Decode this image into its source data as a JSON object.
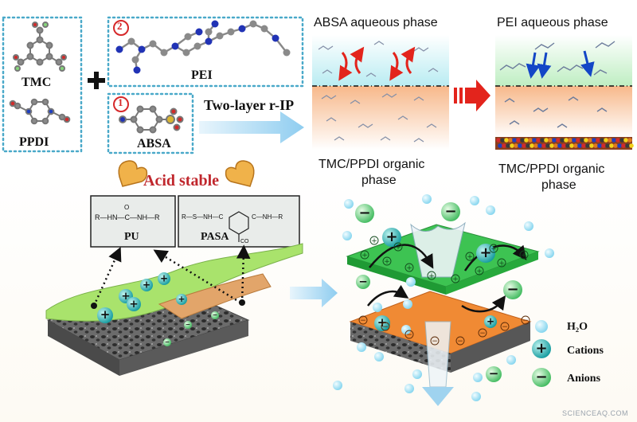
{
  "monomers": {
    "tmc": "TMC",
    "ppdi": "PPDI",
    "pei": "PEI",
    "absa": "ABSA",
    "step2": "2",
    "step1": "1"
  },
  "process": {
    "arrow_label": "Two-layer r-IP",
    "absa_phase": "ABSA aqueous phase",
    "pei_phase": "PEI aqueous phase",
    "organic_phase_1": "TMC/PPDI organic",
    "organic_phase_1b": "phase",
    "organic_phase_2": "TMC/PPDI organic",
    "organic_phase_2b": "phase"
  },
  "acid": {
    "label": "Acid stable"
  },
  "structures": {
    "pu_name": "PU",
    "pu_formula": "R—HN—C—NH—R",
    "pu_o": "O",
    "pasa_name": "PASA",
    "pasa_left": "R—S—NH—C",
    "pasa_right": "C—NH—R",
    "pasa_co": "CO"
  },
  "legend": {
    "water": "H₂O",
    "cations": "Cations",
    "anions": "Anions",
    "plus": "+",
    "minus": "−"
  },
  "watermark": "SCIENCEAQ.COM",
  "colors": {
    "dotted_box": "#4aa9c9",
    "acid_red": "#c0272d",
    "cation": "#1aa9b8",
    "anion": "#3cb86a",
    "arrow_blue": "#9fd3ef",
    "arrow_red": "#e3241c"
  }
}
